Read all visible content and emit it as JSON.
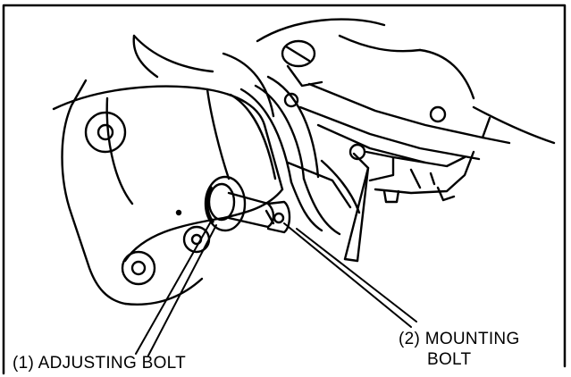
{
  "labels": {
    "adjusting_bolt": "(1) ADJUSTING BOLT",
    "mounting_bolt_line1": "(2) MOUNTING",
    "mounting_bolt_line2": "BOLT"
  },
  "colors": {
    "ink": "#000000",
    "paper": "#ffffff"
  }
}
